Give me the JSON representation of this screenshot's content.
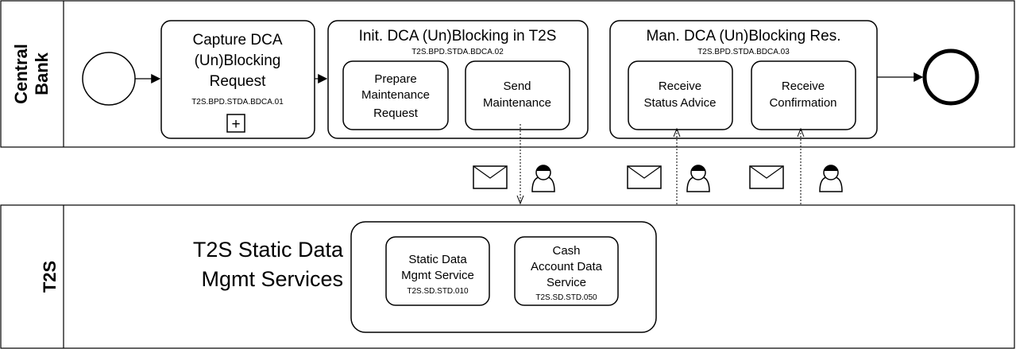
{
  "lanes": {
    "top_label_line1": "Central",
    "top_label_line2": "Bank",
    "bottom_label": "T2S"
  },
  "capture": {
    "line1": "Capture DCA",
    "line2": "(Un)Blocking",
    "line3": "Request",
    "code": "T2S.BPD.STDA.BDCA.01",
    "marker": "+"
  },
  "init": {
    "title": "Init. DCA (Un)Blocking in T2S",
    "code": "T2S.BPD.STDA.BDCA.02",
    "task1": [
      "Prepare",
      "Maintenance",
      "Request"
    ],
    "task2": [
      "Send",
      "Maintenance"
    ]
  },
  "manage": {
    "title": "Man. DCA (Un)Blocking Res.",
    "code": "T2S.BPD.STDA.BDCA.03",
    "task1": [
      "Receive",
      "Status Advice"
    ],
    "task2": [
      "Receive",
      "Confirmation"
    ]
  },
  "services": {
    "title_line1": "T2S Static Data",
    "title_line2": "Mgmt Services",
    "svc1": [
      "Static Data",
      "Mgmt Service"
    ],
    "svc1_code": "T2S.SD.STD.010",
    "svc2": [
      "Cash",
      "Account Data",
      "Service"
    ],
    "svc2_code": "T2S.SD.STD.050"
  },
  "icons": [
    "envelope-icon",
    "person-icon"
  ]
}
